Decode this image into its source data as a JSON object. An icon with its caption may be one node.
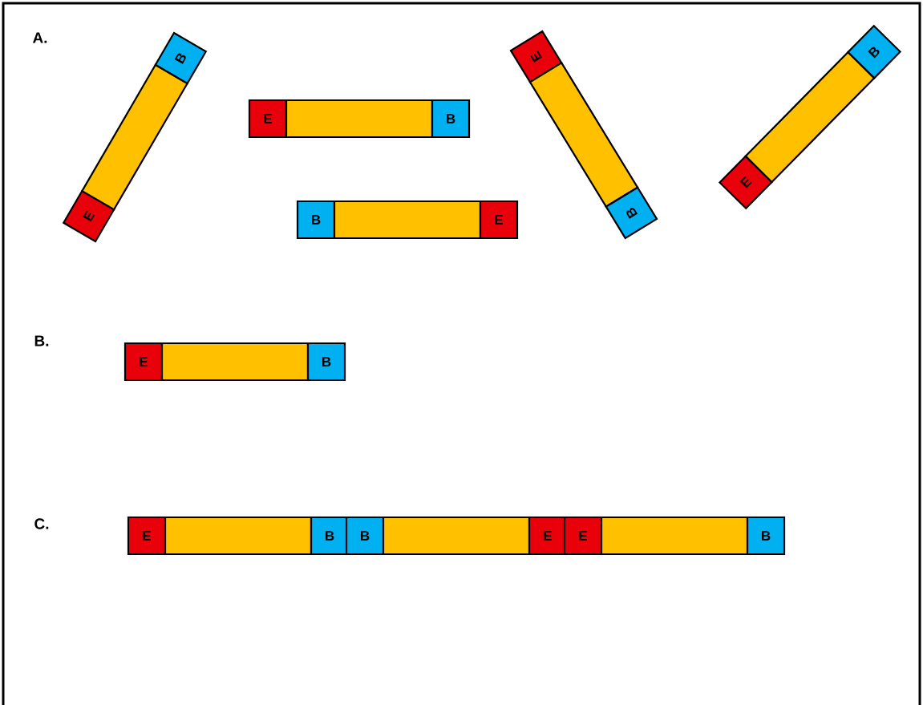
{
  "diagram": {
    "nodes": [
      {
        "text": [
          "E"
        ]
      },
      {
        "text": [],
        "shape": "bar"
      },
      {
        "text": [
          "B"
        ]
      },
      {
        "text": [
          "E"
        ]
      },
      {
        "text": [],
        "shape": "bar"
      },
      {
        "text": [
          "B"
        ]
      },
      {
        "text": [
          "E"
        ]
      },
      {
        "text": [],
        "shape": "bar"
      },
      {
        "text": [
          "B"
        ]
      },
      {
        "text": [
          "E"
        ]
      },
      {
        "text": [],
        "shape": "bar"
      },
      {
        "text": [
          "B"
        ]
      },
      {
        "text": [
          "B"
        ]
      },
      {
        "text": [],
        "shape": "bar"
      },
      {
        "text": [
          "E"
        ]
      },
      {
        "text": [
          "E"
        ]
      },
      {
        "text": [],
        "shape": "bar"
      },
      {
        "text": [
          "B"
        ]
      },
      {
        "text": [
          "E"
        ]
      },
      {
        "text": [],
        "shape": "bar"
      },
      {
        "text": [
          "B"
        ]
      },
      {
        "text": [
          "B"
        ]
      },
      {
        "text": [],
        "shape": "bar"
      },
      {
        "text": [
          "E"
        ]
      },
      {
        "text": [
          "E"
        ]
      },
      {
        "text": [],
        "shape": "bar"
      },
      {
        "text": [
          "B"
        ]
      }
    ],
    "edges": [],
    "labels": [
      "A.",
      "B.",
      "C."
    ]
  }
}
